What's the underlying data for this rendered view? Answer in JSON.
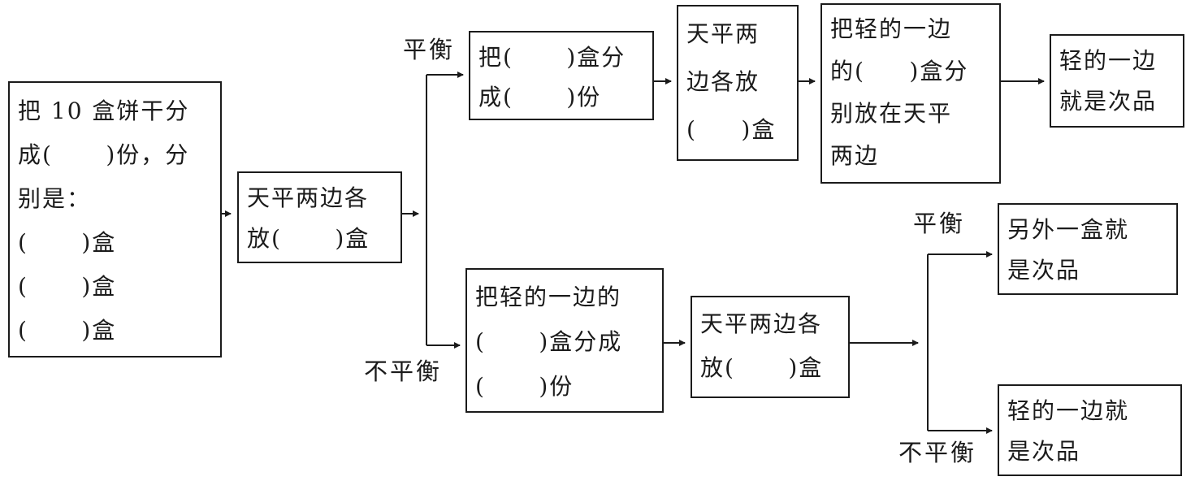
{
  "diagram": {
    "title_hint": "find-the-defective-box balance-scale flowchart",
    "colors": {
      "line": "#1b1b1b",
      "background": "#ffffff"
    },
    "nodes": {
      "initial": {
        "text": "把 10 盒饼干分\n成(      )份，分\n别是：\n(      )盒\n(      )盒\n(      )盒"
      },
      "weigh1": {
        "text": "天平两边各\n放(      )盒"
      },
      "split_top": {
        "text": "把(      )盒分\n成(      )份"
      },
      "weigh_top": {
        "text": "天平两\n边各放\n(     )盒"
      },
      "place_top": {
        "text": "把轻的一边\n的(     )盒分\n别放在天平\n两边"
      },
      "result_top": {
        "text": "轻的一边\n就是次品"
      },
      "split_bottom": {
        "text": "把轻的一边的\n(      )盒分成\n(      )份"
      },
      "weigh_bottom": {
        "text": "天平两边各\n放(      )盒"
      },
      "result_other": {
        "text": "另外一盒就\n是次品"
      },
      "result_light": {
        "text": "轻的一边就\n是次品"
      }
    },
    "labels": {
      "balanced_1": "平衡",
      "unbalanced_1": "不平衡",
      "balanced_2": "平衡",
      "unbalanced_2": "不平衡"
    }
  }
}
